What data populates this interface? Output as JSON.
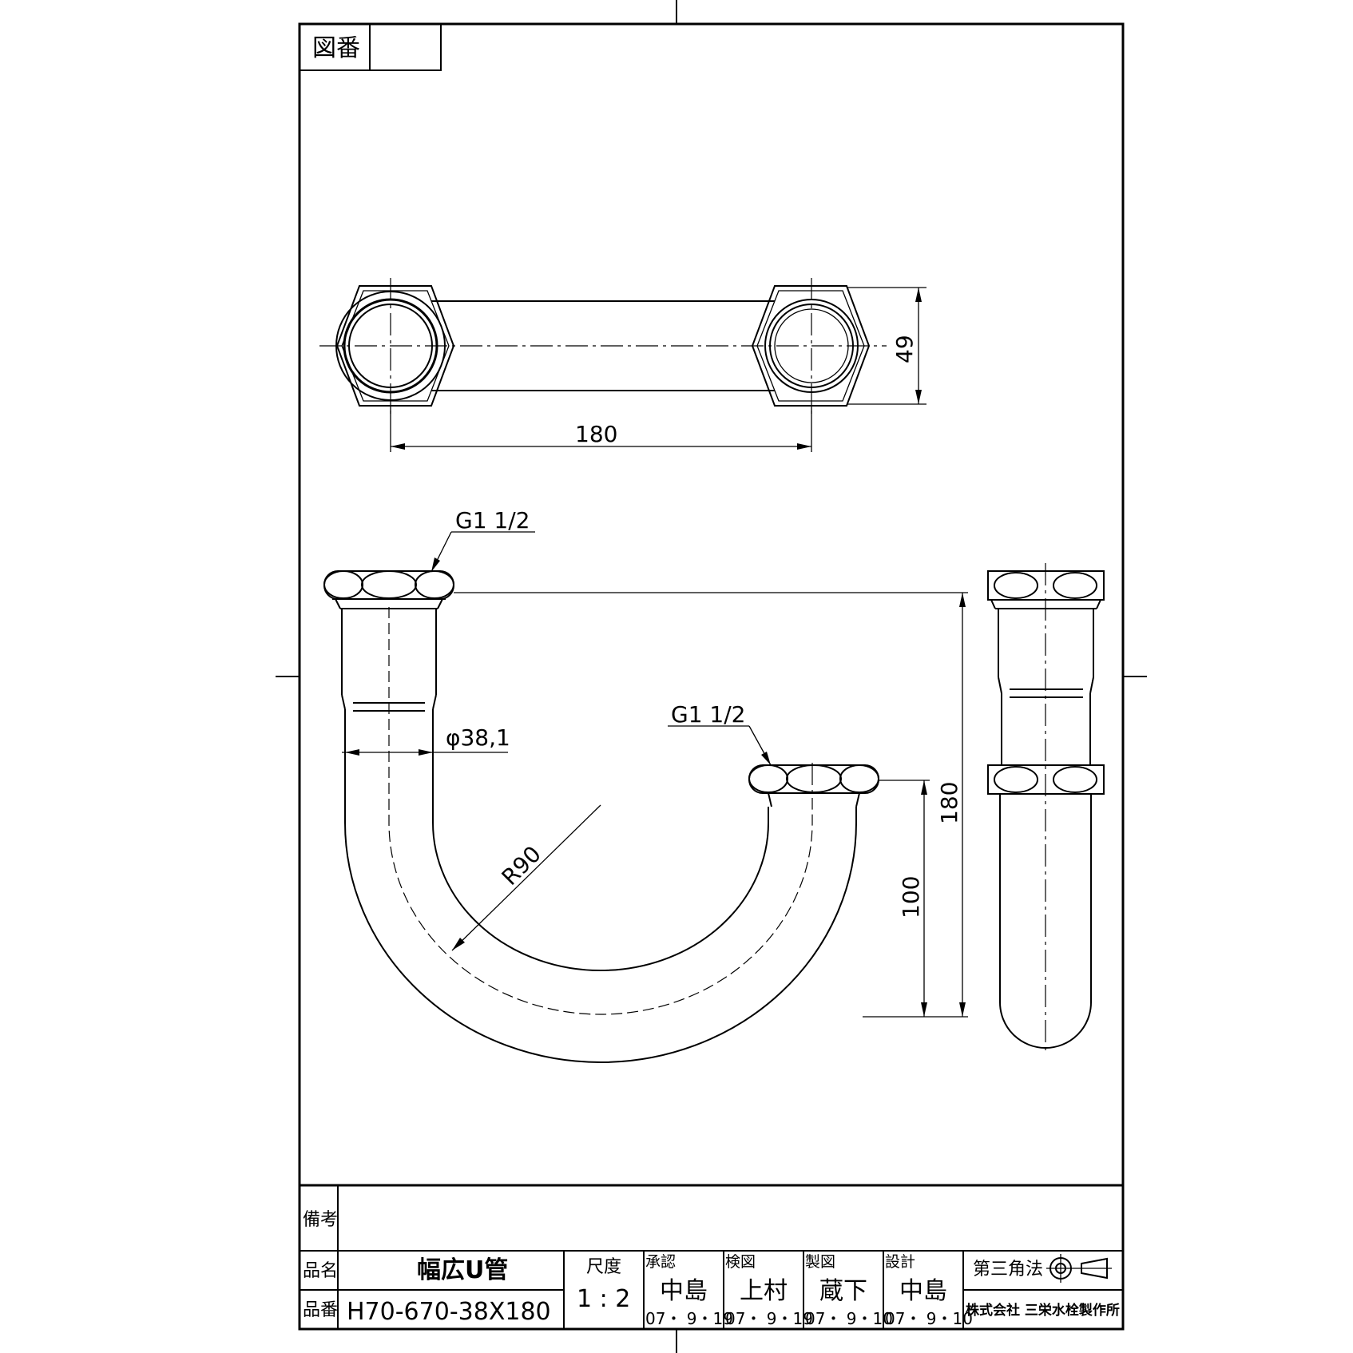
{
  "title_block": {
    "drawing_number_label": "図番",
    "drawing_number_value": "",
    "remarks_label": "備考",
    "product_name_label": "品名",
    "product_name": "幅広U管",
    "part_number_label": "品番",
    "part_number": "H70-670-38X180",
    "scale_label": "尺度",
    "scale_value": "1 : 2",
    "approved_label": "承認",
    "approved_name": "中島",
    "approved_date": "07・ 9・19",
    "checked_label": "検図",
    "checked_name": "上村",
    "checked_date": "07・ 9・19",
    "drawn_label": "製図",
    "drawn_name": "蔵下",
    "drawn_date": "07・ 9・10",
    "designed_label": "設計",
    "designed_name": "中島",
    "designed_date": "07・ 9・10",
    "projection_label": "第三角法",
    "company": "株式会社 三栄水栓製作所"
  },
  "dimensions": {
    "top_width": "180",
    "top_height": "49",
    "thread_upper": "G1 1/2",
    "thread_lower": "G1 1/2",
    "diameter": "φ38,1",
    "radius": "R90",
    "height_total": "180",
    "height_short": "100"
  }
}
